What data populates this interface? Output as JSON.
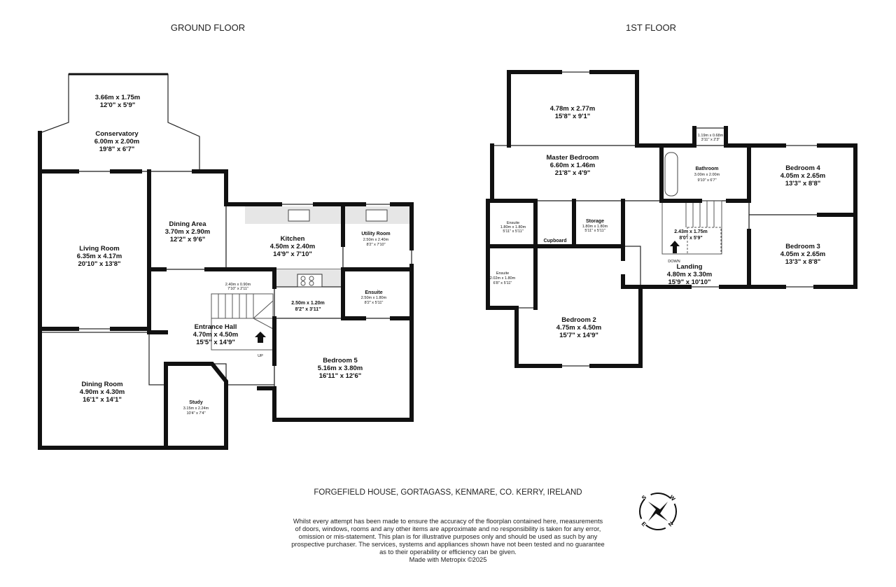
{
  "ground_floor": {
    "title": "GROUND FLOOR",
    "rooms": [
      {
        "name": "",
        "metric": "3.66m  x 1.75m",
        "imperial": "12'0\"  x 5'9\""
      },
      {
        "name": "Conservatory",
        "metric": "6.00m  x 2.00m",
        "imperial": "19'8\"  x 6'7\""
      },
      {
        "name": "Living Room",
        "metric": "6.35m  x 4.17m",
        "imperial": "20'10\"  x 13'8\""
      },
      {
        "name": "Dining Area",
        "metric": "3.70m  x 2.90m",
        "imperial": "12'2\"  x 9'6\""
      },
      {
        "name": "Kitchen",
        "metric": "4.50m  x 2.40m",
        "imperial": "14'9\"  x 7'10\""
      },
      {
        "name": "Utility Room",
        "metric": "2.50m  x 2.40m",
        "imperial": "8'2\"  x 7'10\""
      },
      {
        "name": "",
        "metric": "2.40m  x 0.90m",
        "imperial": "7'10\"  x 2'11\""
      },
      {
        "name": "Ensuite",
        "metric": "2.50m  x 1.80m",
        "imperial": "8'2\"  x 5'11\""
      },
      {
        "name": "",
        "metric": "2.50m  x 1.20m",
        "imperial": "8'2\"  x 3'11\""
      },
      {
        "name": "Entrance Hall",
        "metric": "4.70m  x 4.50m",
        "imperial": "15'5\"  x 14'9\""
      },
      {
        "name": "Bedroom 5",
        "metric": "5.16m  x 3.80m",
        "imperial": "16'11\"  x 12'6\""
      },
      {
        "name": "Dining Room",
        "metric": "4.90m  x 4.30m",
        "imperial": "16'1\"  x 14'1\""
      },
      {
        "name": "Study",
        "metric": "3.15m  x 2.24m",
        "imperial": "10'4\"  x 7'4\""
      }
    ],
    "stair_label": "UP"
  },
  "first_floor": {
    "title": "1ST FLOOR",
    "rooms": [
      {
        "name": "",
        "metric": "4.78m  x 2.77m",
        "imperial": "15'8\"  x 9'1\""
      },
      {
        "name": "Master Bedroom",
        "metric": "6.60m  x 1.46m",
        "imperial": "21'8\"  x 4'9\""
      },
      {
        "name": "",
        "metric": "1.19m  x 0.68m",
        "imperial": "3'11\"  x 2'3\""
      },
      {
        "name": "Bathroom",
        "metric": "3.00m  x 2.00m",
        "imperial": "9'10\"  x 6'7\""
      },
      {
        "name": "Bedroom 4",
        "metric": "4.05m  x 2.65m",
        "imperial": "13'3\"  x 8'8\""
      },
      {
        "name": "Ensuite",
        "metric": "1.80m  x 1.80m",
        "imperial": "5'11\"  x 5'11\""
      },
      {
        "name": "Cupboard",
        "metric": "",
        "imperial": ""
      },
      {
        "name": "Storage",
        "metric": "1.80m  x 1.80m",
        "imperial": "5'11\"  x 5'11\""
      },
      {
        "name": "",
        "metric": "2.43m  x 1.75m",
        "imperial": "8'0\"  x 5'9\""
      },
      {
        "name": "Bedroom 3",
        "metric": "4.05m  x 2.65m",
        "imperial": "13'3\"  x 8'8\""
      },
      {
        "name": "Ensuite",
        "metric": "2.02m  x 1.80m",
        "imperial": "6'8\"  x 5'11\""
      },
      {
        "name": "Landing",
        "metric": "4.80m  x 3.30m",
        "imperial": "15'9\"  x 10'10\""
      },
      {
        "name": "Bedroom 2",
        "metric": "4.75m  x 4.50m",
        "imperial": "15'7\"  x 14'9\""
      }
    ],
    "stair_label": "DOWN"
  },
  "address": "FORGEFIELD HOUSE, GORTAGASS, KENMARE, CO. KERRY, IRELAND",
  "disclaimer": [
    "Whilst every attempt has been made to ensure the accuracy of the floorplan contained here, measurements",
    "of doors, windows, rooms and any other items are approximate and no responsibility is taken for any error,",
    "omission or mis-statement. This plan is for illustrative purposes only and should be used as such by any",
    "prospective purchaser. The services, systems and appliances shown have not been tested and no guarantee",
    "as to their operability or efficiency can be given.",
    "Made with Metropix ©2025"
  ],
  "compass": {
    "n": "N",
    "s": "S",
    "e": "E",
    "w": "W"
  }
}
